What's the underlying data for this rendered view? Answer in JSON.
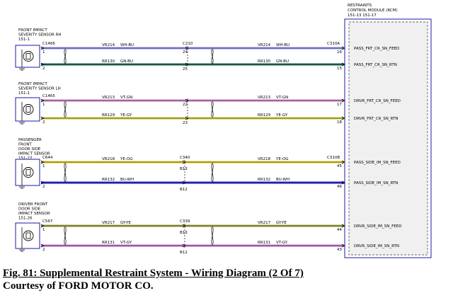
{
  "module": {
    "title_line1": "RESTRAINTS",
    "title_line2": "CONTROL MODULE (RCM)",
    "pages": "151-13  151-17"
  },
  "sensors": [
    {
      "name_lines": [
        "FRONT IMPACT",
        "SEVERITY SENSOR RH"
      ],
      "page": "151-1",
      "connector": "C1466",
      "inline_connector": "C210",
      "module_connector": "C310A",
      "wires": [
        {
          "pin": "1",
          "circuit": "VR214",
          "color_code": "WH-BU",
          "inline_pin": "24",
          "module_pin": "16",
          "signal": "PASS_FRT_CR_SN_FEED",
          "color": "#8c8ce8"
        },
        {
          "pin": "2",
          "circuit": "RR130",
          "color_code": "GN-BU",
          "inline_pin": "25",
          "module_pin": "15",
          "signal": "PASS_FRT_CR_SN_RTN",
          "color": "#1d6e58"
        }
      ]
    },
    {
      "name_lines": [
        "FRONT IMPACT",
        "SEVERITY SENSOR LH"
      ],
      "page": "151-1",
      "connector": "C1465",
      "inline_connector": "",
      "module_connector": "",
      "wires": [
        {
          "pin": "1",
          "circuit": "VR213",
          "color_code": "VT-GN",
          "inline_pin": "22",
          "module_pin": "17",
          "signal": "DRVR_FRT_CR_SN_FEED",
          "color": "#c880c8"
        },
        {
          "pin": "2",
          "circuit": "RR129",
          "color_code": "YE-GY",
          "inline_pin": "23",
          "module_pin": "18",
          "signal": "DRVR_FRT_CR_SN_RTN",
          "color": "#c8c432"
        }
      ]
    },
    {
      "name_lines": [
        "PASSENGER",
        "FRONT",
        "DOOR SIDE",
        "IMPACT SENSOR"
      ],
      "page": "151-27",
      "connector": "C644",
      "inline_connector": "C340",
      "module_connector": "C310B",
      "wires": [
        {
          "pin": "1",
          "circuit": "VR218",
          "color_code": "YE-OG",
          "inline_pin": "B13",
          "module_pin": "45",
          "signal": "PASS_SIDE_IM_SN_FEED",
          "color": "#d8c020"
        },
        {
          "pin": "2",
          "circuit": "RR132",
          "color_code": "BU-WH",
          "inline_pin": "B12",
          "module_pin": "46",
          "signal": "PASS_SIDE_IM_SN_RTN",
          "color": "#2828d0"
        }
      ]
    },
    {
      "name_lines": [
        "DRIVER FRONT",
        "DOOR SIDE",
        "IMPACT SENSOR"
      ],
      "page": "151-26",
      "connector": "C567",
      "inline_connector": "C339",
      "module_connector": "",
      "wires": [
        {
          "pin": "1",
          "circuit": "VR217",
          "color_code": "GY-YE",
          "inline_pin": "B13",
          "module_pin": "44",
          "signal": "DRVR_SIDE_IM_SN_FEED",
          "color": "#a0a040"
        },
        {
          "pin": "2",
          "circuit": "RR131",
          "color_code": "VT-GY",
          "inline_pin": "B12",
          "module_pin": "43",
          "signal": "DRVR_SIDE_IM_SN_RTN",
          "color": "#c070c8"
        }
      ]
    }
  ],
  "caption": {
    "line1": "Fig. 81: Supplemental Restraint System - Wiring Diagram (2 Of 7)",
    "line2": "Courtesy of FORD MOTOR CO."
  }
}
